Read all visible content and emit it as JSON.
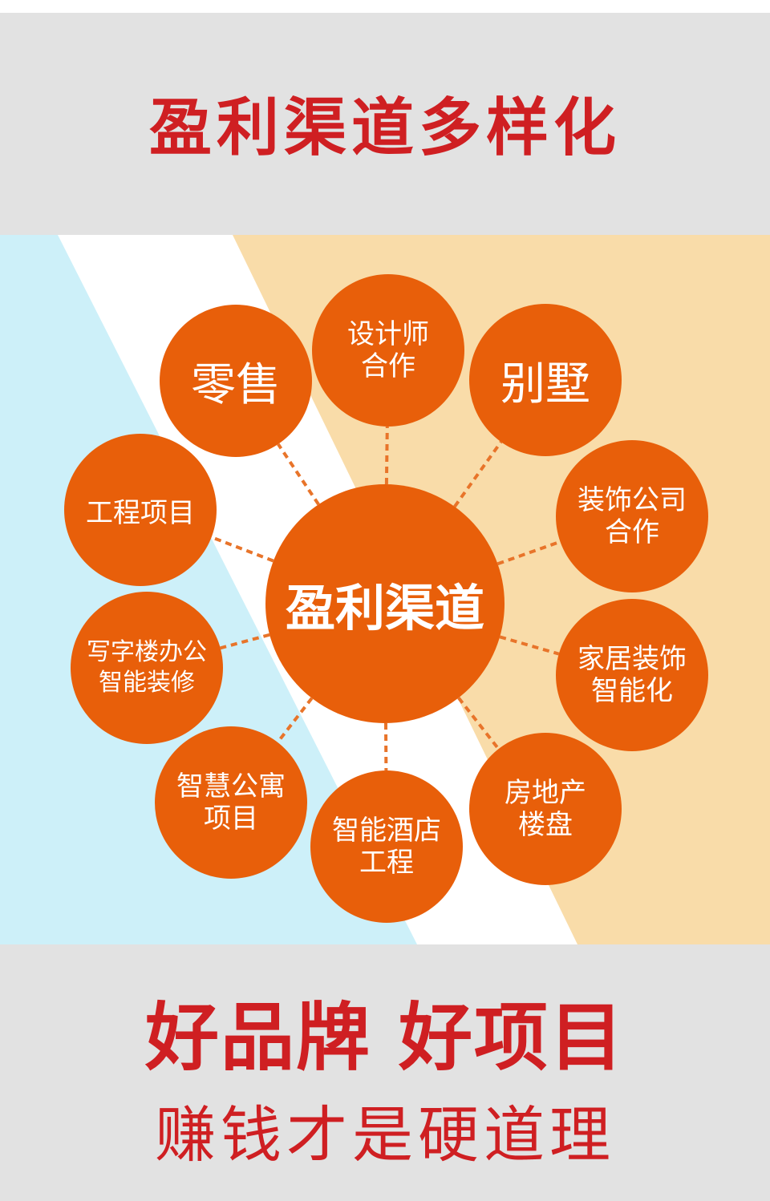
{
  "header": {
    "title": "盈利渠道多样化"
  },
  "diagram": {
    "center": "盈利渠道",
    "nodes": [
      {
        "label": "设计师\n合作"
      },
      {
        "label": "别墅"
      },
      {
        "label": "装饰公司\n合作"
      },
      {
        "label": "家居装饰\n智能化"
      },
      {
        "label": "房地产\n楼盘"
      },
      {
        "label": "智能酒店\n工程"
      },
      {
        "label": "智慧公寓\n项目"
      },
      {
        "label": "写字楼办公\n智能装修"
      },
      {
        "label": "工程项目"
      },
      {
        "label": "零售"
      }
    ],
    "colors": {
      "circle": "#e85f0a",
      "connector": "#e8742a",
      "bg_left": "#cdf0f9",
      "bg_right": "#f9dca9"
    }
  },
  "footer": {
    "slogan": "好品牌 好项目",
    "subline": "赚钱才是硬道理"
  }
}
